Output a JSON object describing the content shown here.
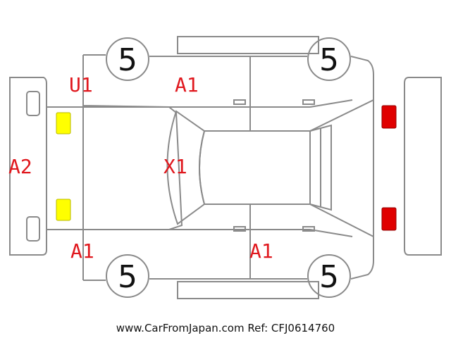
{
  "tires": {
    "front_left": "5",
    "rear_left": "5",
    "front_right": "5",
    "rear_right": "5"
  },
  "damage_codes": {
    "front_left_fender_upper": "U1",
    "left_front_door": "A1",
    "front_bumper": "A2",
    "windshield": "X1",
    "front_right_fender": "A1",
    "right_front_door": "A1"
  },
  "footer": {
    "reference": "www.CarFromJapan.com Ref: CFJ0614760"
  },
  "colors": {
    "outline": "#8a8a8a",
    "damage_text": "#e0181e",
    "headlight": "#ffff00",
    "taillight": "#e00000"
  },
  "icons": [
    "headlight-icon",
    "taillight-icon"
  ]
}
